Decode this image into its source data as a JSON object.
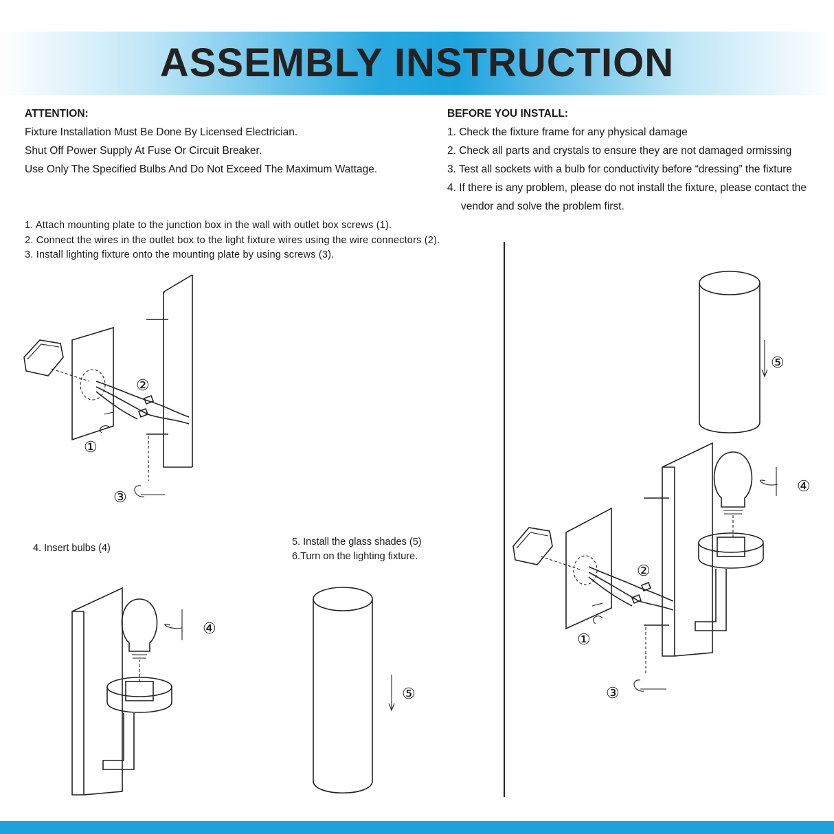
{
  "title": "ASSEMBLY INSTRUCTION",
  "attention": {
    "heading": "ATTENTION:",
    "lines": [
      "Fixture Installation Must Be Done By Licensed Electrician.",
      "Shut Off Power Supply At Fuse Or Circuit Breaker.",
      "Use Only The Specified Bulbs And Do Not Exceed The Maximum Wattage."
    ]
  },
  "before_install": {
    "heading": "BEFORE YOU INSTALL:",
    "lines": [
      "1. Check the fixture frame for any physical damage",
      "2. Check all parts and crystals to ensure they are not damaged ormissing",
      "3. Test all sockets with a bulb for conductivity before “dressing” the fixture",
      "4. If there is any problem, please do not install the fixture, please contact the",
      "vendor and solve the problem first."
    ]
  },
  "steps": [
    "1. Attach mounting plate to the junction box in the wall with outlet box screws (1).",
    "2. Connect the wires in the outlet box to the light fixture wires using the wire connectors (2).",
    "3. Install lighting fixture onto the mounting plate by using screws (3)."
  ],
  "step4": "4. Insert bulbs (4)",
  "step5": "5. Install the glass shades (5)",
  "step6": "6.Turn on the lighting fixture.",
  "markers": {
    "m1": "①",
    "m2": "②",
    "m3": "③",
    "m4": "④",
    "m5": "⑤"
  },
  "colors": {
    "accent": "#1ea3de",
    "title_text": "#222222"
  }
}
